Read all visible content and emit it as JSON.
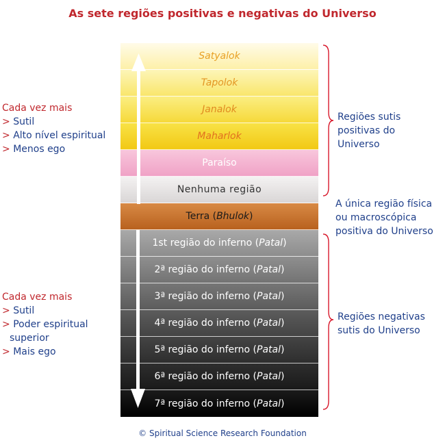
{
  "title": "As sete regiões positivas e negativas do Universo",
  "bands": {
    "satyalok": "Satyalok",
    "tapolok": "Tapolok",
    "janalok": "Janalok",
    "maharlok": "Maharlok",
    "paraiso": "Paraíso",
    "nenhuma": "Nenhuma  região",
    "terra": {
      "prefix": "Terra (",
      "italic": "Bhulok",
      "suffix": ")"
    },
    "hells": [
      {
        "prefix": "1st região do inferno (",
        "italic": "Patal",
        "suffix": ")"
      },
      {
        "prefix": "2ª região do inferno (",
        "italic": "Patal",
        "suffix": ")"
      },
      {
        "prefix": "3ª região do inferno (",
        "italic": "Patal",
        "suffix": ")"
      },
      {
        "prefix": "4ª região do inferno (",
        "italic": "Patal",
        "suffix": ")"
      },
      {
        "prefix": "5ª região do inferno (",
        "italic": "Patal",
        "suffix": ")"
      },
      {
        "prefix": "6ª região do inferno (",
        "italic": "Patal",
        "suffix": ")"
      },
      {
        "prefix": "7ª região do inferno (",
        "italic": "Patal",
        "suffix": ")"
      }
    ]
  },
  "left_top": {
    "heading": "Cada vez mais",
    "items": [
      "Sutil",
      "Alto nível espiritual",
      "Menos ego"
    ]
  },
  "left_bottom": {
    "heading": "Cada vez mais",
    "items": [
      "Sutil",
      "Poder espiritual",
      "Mais ego"
    ],
    "continuation": "superior"
  },
  "bullet": ">",
  "right": {
    "positive": [
      "Regiões sutis",
      "positivas do",
      "Universo"
    ],
    "physical": [
      "A única região física",
      "ou macroscópica",
      "positiva do Universo"
    ],
    "negative": [
      "Regiões negativas",
      "sutis do Universo"
    ]
  },
  "footer": "© Spiritual Science Research Foundation",
  "colors": {
    "title_red": "#c0272d",
    "text_blue": "#1f3f8a",
    "bracket_red": "#d8182b"
  }
}
